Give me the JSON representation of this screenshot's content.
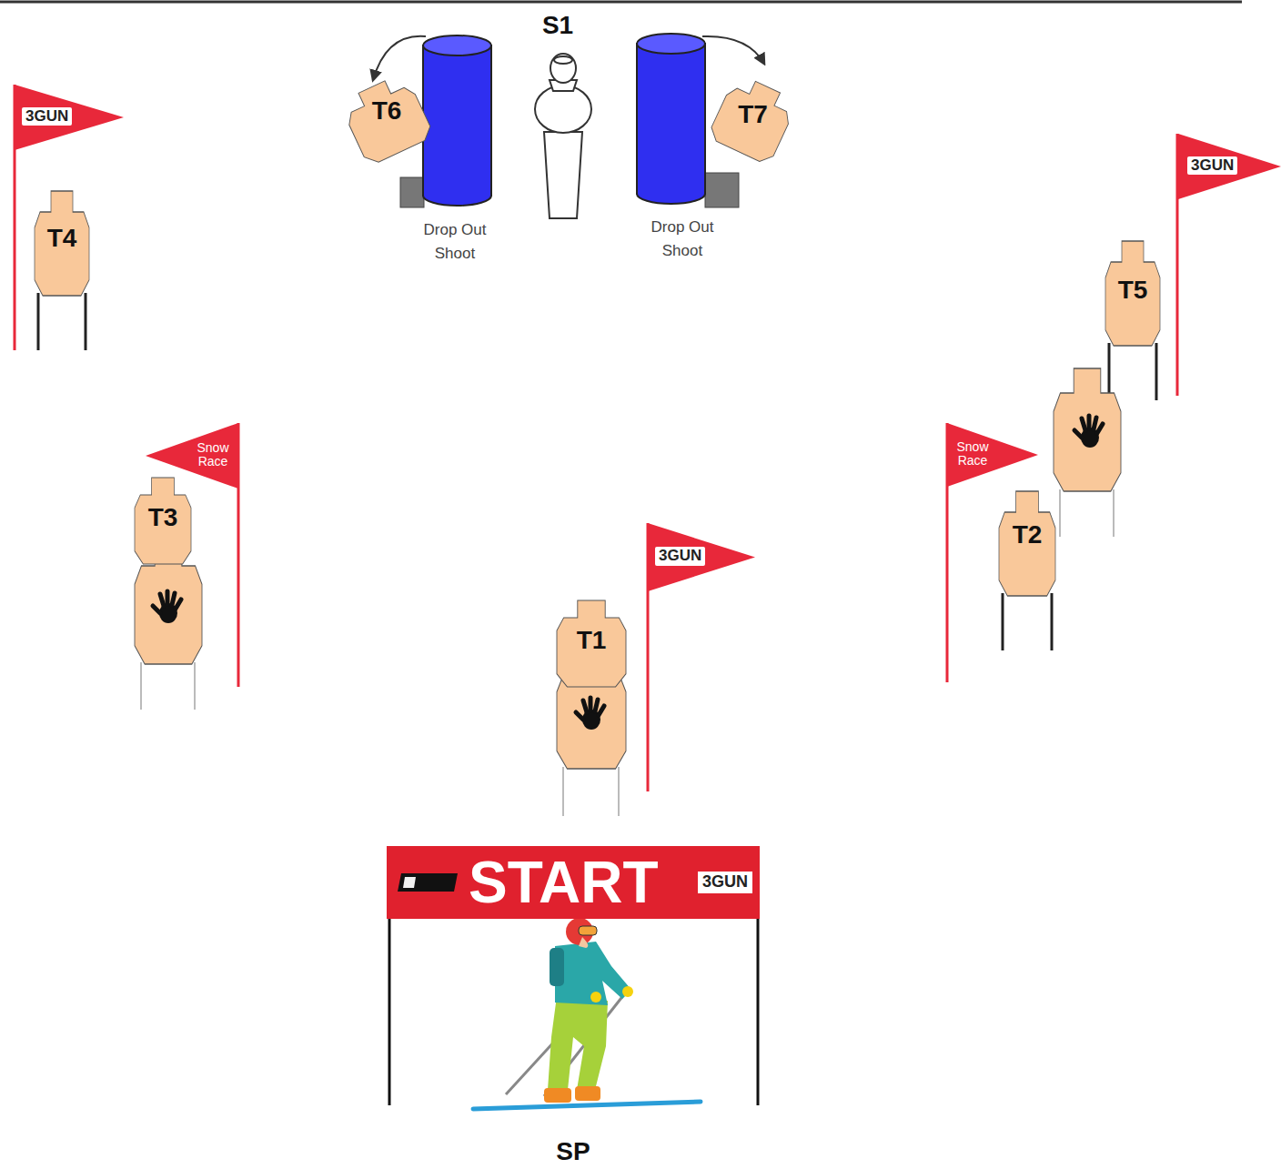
{
  "diagram": {
    "nodes": [
      {
        "text": [
          "T6"
        ]
      },
      {
        "text": [
          "T7"
        ]
      },
      {
        "text": [
          "3GUN"
        ]
      },
      {
        "text": [
          "T4"
        ]
      },
      {
        "text": [
          "3GUN"
        ]
      },
      {
        "text": [
          "T5"
        ]
      },
      {
        "text": [
          "Snow Race"
        ]
      },
      {
        "text": [
          "T3"
        ]
      },
      {
        "text": [
          "Snow Race"
        ]
      },
      {
        "text": [
          "T2"
        ]
      },
      {
        "text": [
          "3GUN"
        ]
      },
      {
        "text": [
          "T1"
        ]
      },
      {
        "text": [
          "START",
          "3GUN"
        ]
      }
    ],
    "labels": [
      "S1",
      "Drop Out Shoot",
      "Drop Out Shoot",
      "SP"
    ]
  }
}
